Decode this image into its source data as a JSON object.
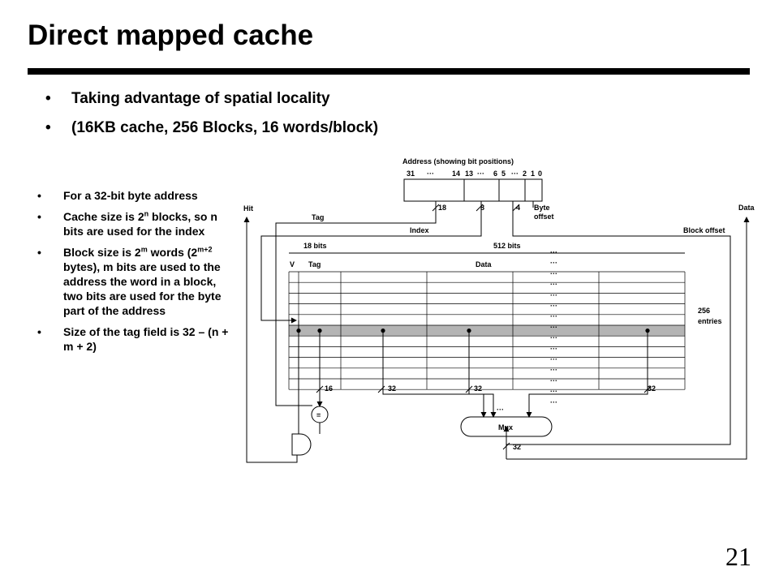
{
  "slide": {
    "title": "Direct mapped cache",
    "page_number": "21"
  },
  "top_bullets": [
    "Taking advantage of spatial locality",
    "(16KB cache, 256 Blocks, 16 words/block)"
  ],
  "side_bullets": {
    "b1": "For a 32-bit byte address",
    "b2": {
      "pre": "Cache size is 2",
      "sup": "n",
      "post": " blocks, so n bits are used for the index"
    },
    "b3": {
      "pre": "Block size is 2",
      "sup": "m",
      "mid": " words (2",
      "sup2": "m+2",
      "post": " bytes), m bits are used to the address the word in a block, two bits are used for the byte part of the address"
    },
    "b4": "Size of the tag field is 32 – (n + m + 2)"
  },
  "diagram": {
    "address_title": "Address (showing bit positions)",
    "bit_positions": [
      "31",
      "···",
      "14",
      "13",
      "···",
      "6",
      "5",
      "···",
      "2",
      "1",
      "0"
    ],
    "field_widths": [
      "18",
      "8",
      "4"
    ],
    "byte_offset_label": [
      "Byte",
      "offset"
    ],
    "hit_label": "Hit",
    "data_label": "Data",
    "tag_label": "Tag",
    "index_label": "Index",
    "block_offset_label": "Block offset",
    "tag_width_label": "18 bits",
    "data_width_label": "512 bits",
    "valid_header": "V",
    "tag_header": "Tag",
    "data_header": "Data",
    "entries_label": [
      "256",
      "entries"
    ],
    "comparator_width": "16",
    "word_widths": [
      "32",
      "32",
      "32"
    ],
    "mux_label": "Mux",
    "output_width": "32",
    "ellipsis": "···",
    "equal_sign": "=",
    "highlight_color": "#b4b4b4",
    "cache_entries": 256,
    "highlighted_row": 5
  }
}
